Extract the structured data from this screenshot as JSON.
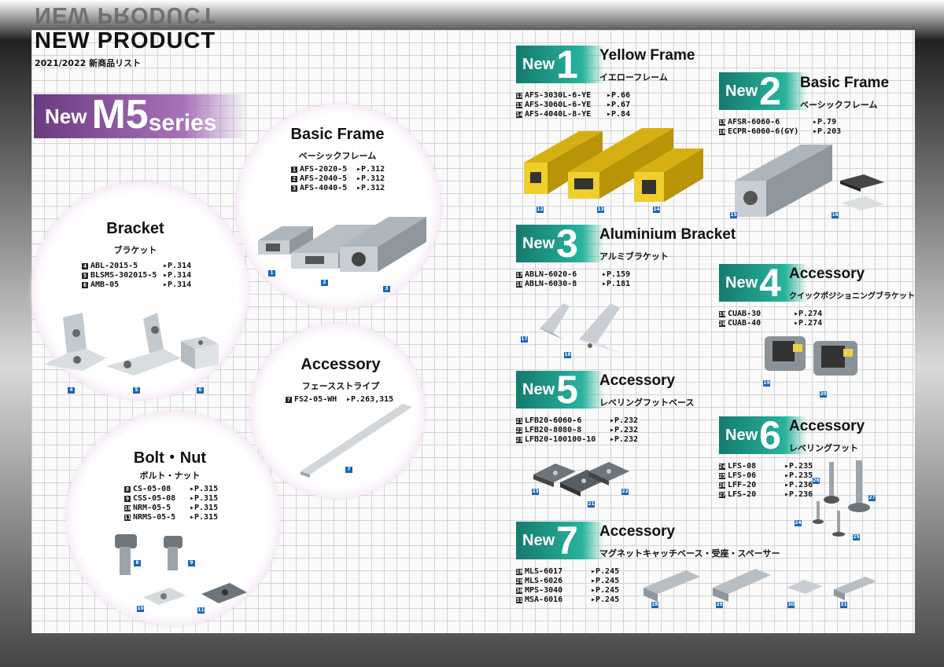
{
  "header": {
    "ghost": "NEW PRODUCT",
    "title": "NEW PRODUCT",
    "subtitle": "2021/2022 新商品リスト"
  },
  "m5": {
    "new": "New",
    "m5": "M5",
    "series": "series"
  },
  "basic_frame": {
    "title": "Basic Frame",
    "jp": "ベーシックフレーム",
    "items": [
      {
        "n": "1",
        "code": "AFS-2020-5",
        "page": "▸P.312"
      },
      {
        "n": "2",
        "code": "AFS-2040-5",
        "page": "▸P.312"
      },
      {
        "n": "3",
        "code": "AFS-4040-5",
        "page": "▸P.312"
      }
    ],
    "tags": [
      "1",
      "2",
      "3"
    ]
  },
  "bracket": {
    "title": "Bracket",
    "jp": "ブラケット",
    "items": [
      {
        "n": "4",
        "code": "ABL-2015-5",
        "page": "▸P.314"
      },
      {
        "n": "5",
        "code": "BLSMS-302015-5",
        "page": "▸P.314"
      },
      {
        "n": "6",
        "code": "AMB-05",
        "page": "▸P.314"
      }
    ],
    "tags": [
      "4",
      "5",
      "6"
    ]
  },
  "accessory_m5": {
    "title": "Accessory",
    "jp": "フェースストライプ",
    "items": [
      {
        "n": "7",
        "code": "FS2-05-WH",
        "page": "▸P.263,315"
      }
    ],
    "tags": [
      "7"
    ]
  },
  "boltnut": {
    "title": "Bolt・Nut",
    "jp": "ボルト・ナット",
    "items": [
      {
        "n": "8",
        "code": "CS-05-08",
        "page": "▸P.315"
      },
      {
        "n": "9",
        "code": "CSS-05-08",
        "page": "▸P.315"
      },
      {
        "n": "10",
        "code": "NRM-05-5",
        "page": "▸P.315"
      },
      {
        "n": "11",
        "code": "NRMS-05-5",
        "page": "▸P.315"
      }
    ],
    "tags": [
      "8",
      "9",
      "10",
      "11"
    ]
  },
  "s1": {
    "new": "New",
    "num": "1",
    "title": "Yellow Frame",
    "jp": "イエローフレーム",
    "items": [
      {
        "n": "12",
        "code": "AFS-3030L-6-YE",
        "page": "▸P.66"
      },
      {
        "n": "13",
        "code": "AFS-3060L-6-YE",
        "page": "▸P.67"
      },
      {
        "n": "14",
        "code": "AFS-4040L-8-YE",
        "page": "▸P.84"
      }
    ],
    "tags": [
      "12",
      "13",
      "14"
    ]
  },
  "s2": {
    "new": "New",
    "num": "2",
    "title": "Basic Frame",
    "jp": "ベーシックフレーム",
    "items": [
      {
        "n": "15",
        "code": "AFSR-6060-6",
        "page": "▸P.79"
      },
      {
        "n": "16",
        "code": "ECPR-6060-6(GY)",
        "page": "▸P.203"
      }
    ],
    "tags": [
      "15",
      "16"
    ]
  },
  "s3": {
    "new": "New",
    "num": "3",
    "title": "Aluminium Bracket",
    "jp": "アルミブラケット",
    "items": [
      {
        "n": "17",
        "code": "ABLN-6020-6",
        "page": "▸P.159"
      },
      {
        "n": "18",
        "code": "ABLN-6030-8",
        "page": "▸P.181"
      }
    ],
    "tags": [
      "17",
      "18"
    ]
  },
  "s4": {
    "new": "New",
    "num": "4",
    "title": "Accessory",
    "jp": "クイックポジショニングブラケット",
    "items": [
      {
        "n": "19",
        "code": "CUAB-30",
        "page": "▸P.274"
      },
      {
        "n": "20",
        "code": "CUAB-40",
        "page": "▸P.274"
      }
    ],
    "tags": [
      "19",
      "20"
    ]
  },
  "s5": {
    "new": "New",
    "num": "5",
    "title": "Accessory",
    "jp": "レベリングフットベース",
    "items": [
      {
        "n": "21",
        "code": "LFB20-6060-6",
        "page": "▸P.232"
      },
      {
        "n": "22",
        "code": "LFB20-8080-8",
        "page": "▸P.232"
      },
      {
        "n": "23",
        "code": "LFB20-100100-10",
        "page": "▸P.232"
      }
    ],
    "tags": [
      "23",
      "21",
      "22"
    ]
  },
  "s6": {
    "new": "New",
    "num": "6",
    "title": "Accessory",
    "jp": "レベリングフット",
    "items": [
      {
        "n": "24",
        "code": "LFS-08",
        "page": "▸P.235"
      },
      {
        "n": "25",
        "code": "LFS-06",
        "page": "▸P.235"
      },
      {
        "n": "26",
        "code": "LFF-20",
        "page": "▸P.236"
      },
      {
        "n": "27",
        "code": "LFS-20",
        "page": "▸P.236"
      }
    ],
    "tags": [
      "26",
      "27",
      "24",
      "25"
    ]
  },
  "s7": {
    "new": "New",
    "num": "7",
    "title": "Accessory",
    "jp": "マグネットキャッチベース・受座・スペーサー",
    "items": [
      {
        "n": "28",
        "code": "MLS-6017",
        "page": "▸P.245"
      },
      {
        "n": "29",
        "code": "MLS-6026",
        "page": "▸P.245"
      },
      {
        "n": "30",
        "code": "MPS-3040",
        "page": "▸P.245"
      },
      {
        "n": "31",
        "code": "MSA-6016",
        "page": "▸P.245"
      }
    ],
    "tags": [
      "28",
      "29",
      "30",
      "31"
    ]
  },
  "colors": {
    "m5_purple": "#8a4fa0",
    "new_teal": "#1f9e8a",
    "yellow_frame": "#e8c21a",
    "tag_blue": "#1a66b8"
  }
}
